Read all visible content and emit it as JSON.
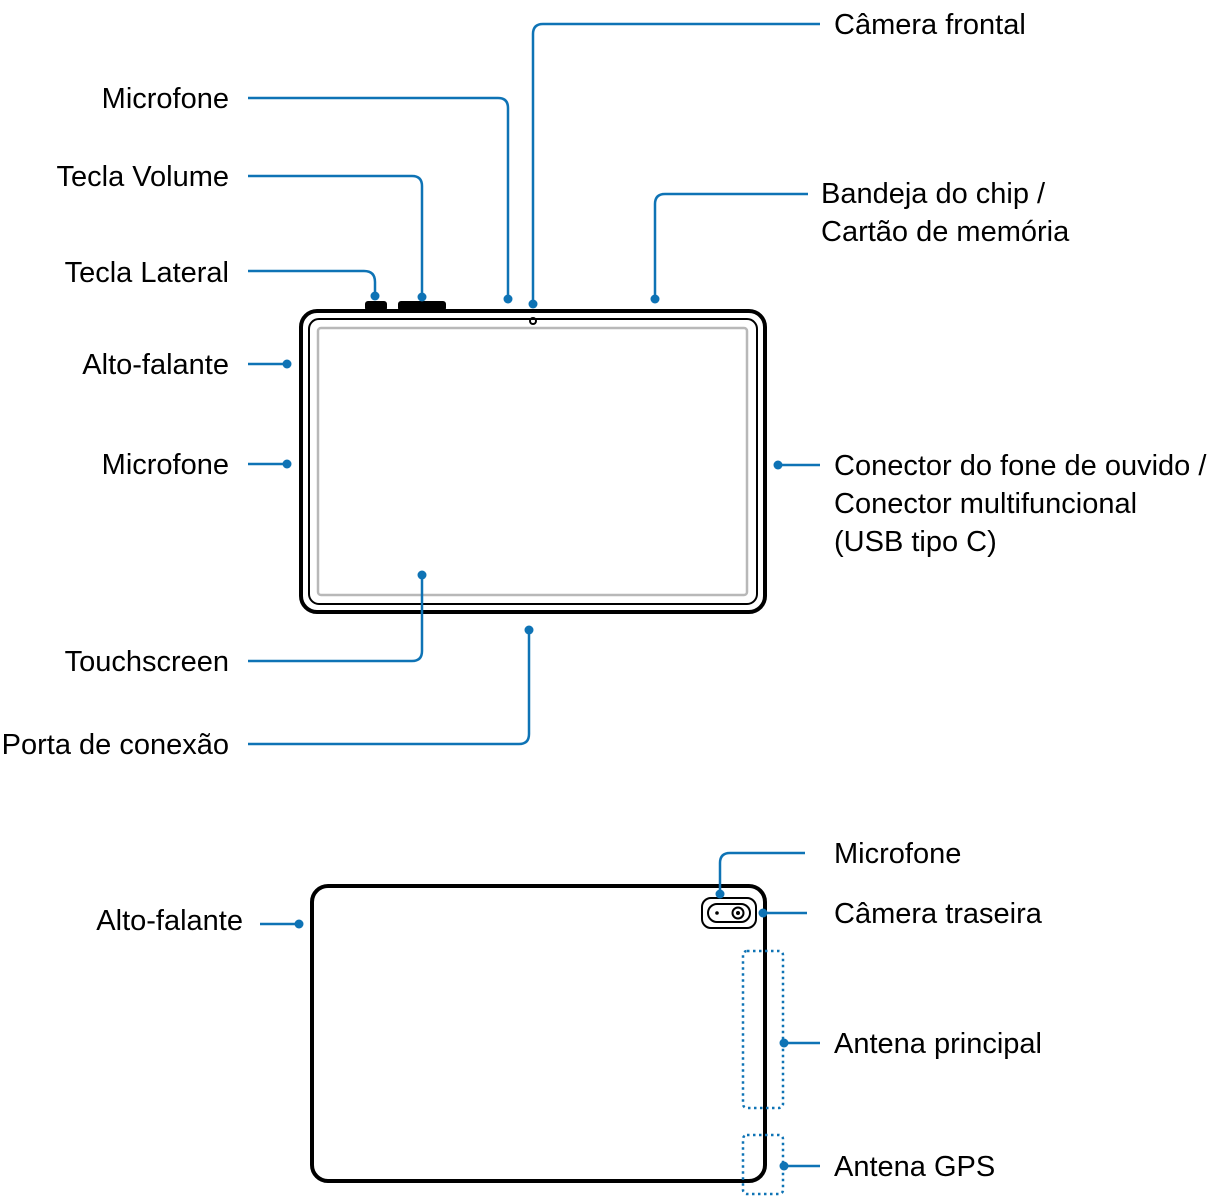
{
  "front_view": {
    "labels": {
      "front_camera": "Câmera frontal",
      "microphone_top": "Microfone",
      "volume_key": "Tecla Volume",
      "sim_tray_line1": "Bandeja do chip /",
      "sim_tray_line2": "Cartão de memória",
      "side_key": "Tecla Lateral",
      "speaker": "Alto-falante",
      "microphone_side": "Microfone",
      "connector_line1": "Conector do fone de ouvido /",
      "connector_line2": "Conector multifuncional",
      "connector_line3": "(USB tipo C)",
      "touchscreen": "Touchscreen",
      "connection_port": "Porta de conexão"
    }
  },
  "back_view": {
    "labels": {
      "microphone": "Microfone",
      "speaker": "Alto-falante",
      "rear_camera": "Câmera traseira",
      "main_antenna": "Antena principal",
      "gps_antenna": "Antena GPS"
    }
  },
  "colors": {
    "leader_line": "#0e73b5",
    "outline": "#000000",
    "screen_edge": "#b8b8b8"
  }
}
